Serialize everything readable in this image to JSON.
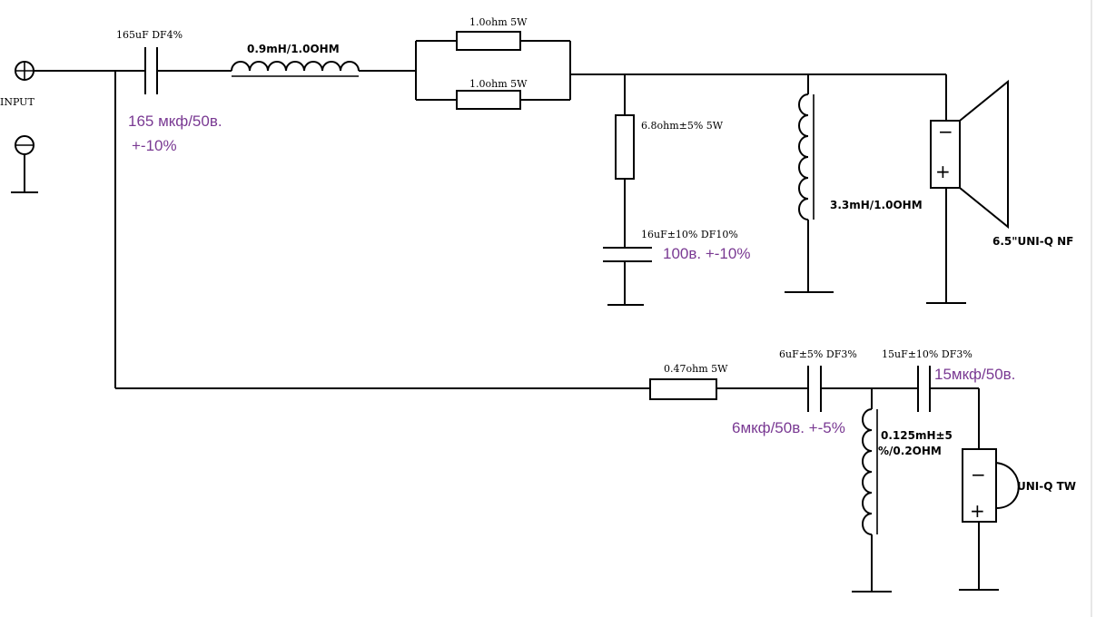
{
  "input": {
    "label": "INPUT"
  },
  "woofer_path": {
    "c1": {
      "label": "165uF DF4%",
      "note_line1": "165 мкф/50в.",
      "note_line2": "+-10%"
    },
    "l1": {
      "label": "0.9mH/1.0OHM"
    },
    "r_top": {
      "label": "1.0ohm 5W"
    },
    "r_bottom": {
      "label": "1.0ohm 5W"
    },
    "r_shunt": {
      "label": "6.8ohm±5% 5W"
    },
    "c_shunt": {
      "label": "16uF±10% DF10%",
      "note": "100в. +-10%"
    },
    "l_shunt": {
      "label": "3.3mH/1.0OHM"
    },
    "speaker": {
      "label": "6.5\"UNI-Q NF",
      "minus": "−",
      "plus": "+"
    }
  },
  "tweeter_path": {
    "r1": {
      "label": "0.47ohm 5W"
    },
    "c1": {
      "label": "6uF±5% DF3%",
      "note": "6мкф/50в. +-5%"
    },
    "c2": {
      "label": "15uF±10% DF3%",
      "note": "15мкф/50в."
    },
    "l1": {
      "label_line1": "0.125mH±5",
      "label_line2": "%/0.2OHM"
    },
    "speaker": {
      "label": "UNI-Q TW",
      "minus": "−",
      "plus": "+"
    }
  },
  "colors": {
    "wire": "#000000",
    "annotation": "#7a3a93"
  }
}
